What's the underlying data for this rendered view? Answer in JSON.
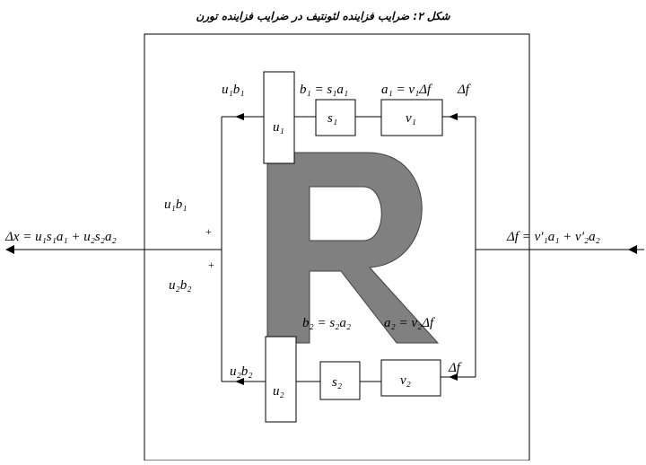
{
  "title": "شکل ۲: ضرایب فزاینده لئونتیف در ضرایب فزاینده تورن",
  "watermark": {
    "letter": "R",
    "fill": "#808080",
    "stroke": "#404040"
  },
  "output_equation": {
    "lhs": "Δx",
    "rhs_terms": [
      "u₁s₁a₁",
      "u₂s₂a₂"
    ]
  },
  "input_equation": {
    "lhs": "Δf",
    "rhs_terms": [
      "v'₁a₁",
      "v'₂a₂"
    ]
  },
  "top_loop": {
    "out_label": "u₁b₁",
    "b_equation": "b₁ = s₁a₁",
    "a_equation": "a₁ = v₁Δf",
    "in_label": "Δf",
    "boxes": {
      "u": "u₁",
      "s": "s₁",
      "v": "v₁"
    }
  },
  "bottom_loop": {
    "out_label": "u₂b₂",
    "b_equation": "b₂ = s₂a₂",
    "a_equation": "a₂ = v₂Δf",
    "in_label": "Δf",
    "boxes": {
      "u": "u₂",
      "s": "s₂",
      "v": "v₂"
    }
  },
  "junction": {
    "upper_label": "u₁b₁",
    "lower_label": "u₂b₂",
    "upper_sign": "+",
    "lower_sign": "+"
  }
}
